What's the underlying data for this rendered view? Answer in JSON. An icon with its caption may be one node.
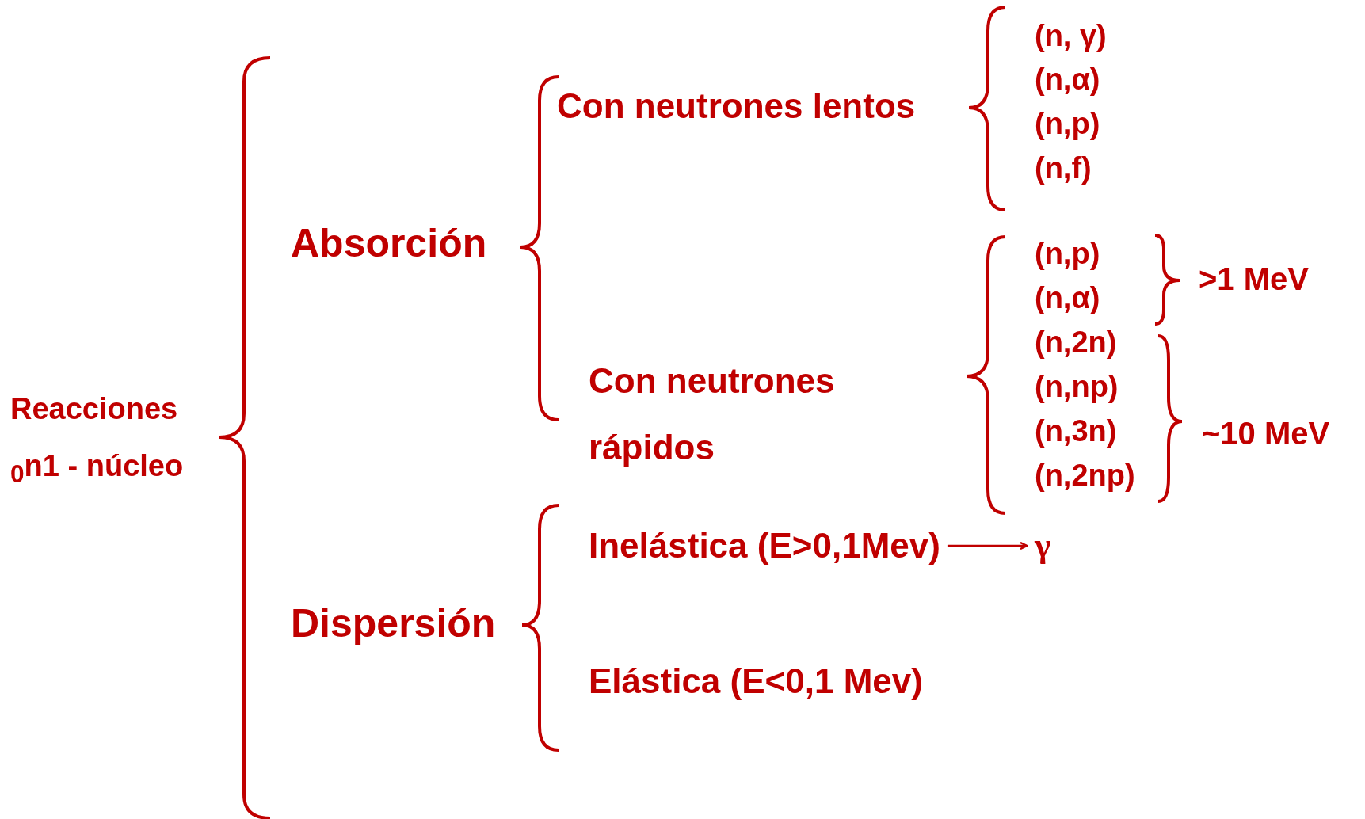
{
  "diagram": {
    "nodes": [
      {
        "text": [
          "Inelástica (E>0,1Mev)"
        ]
      },
      {
        "text": [
          "γ"
        ]
      }
    ],
    "edges": [
      {
        "from": 0,
        "to": 1,
        "arrow": "to"
      }
    ],
    "labels": [
      "Con neutrones lentos",
      "(n, γ)",
      "(n,α)",
      "(n,p)",
      "(n,f)",
      "Absorción",
      "(n,p)",
      ">1 MeV",
      "(n,α)",
      "(n,2n)",
      "Con neutrones rápidos",
      "(n,np)",
      "Reacciones $_{0}$n1 - núcleo",
      "(n,3n)",
      "~10 MeV",
      "(n,2np)",
      "Dispersión",
      "Elástica (E<0,1 Mev)"
    ]
  }
}
